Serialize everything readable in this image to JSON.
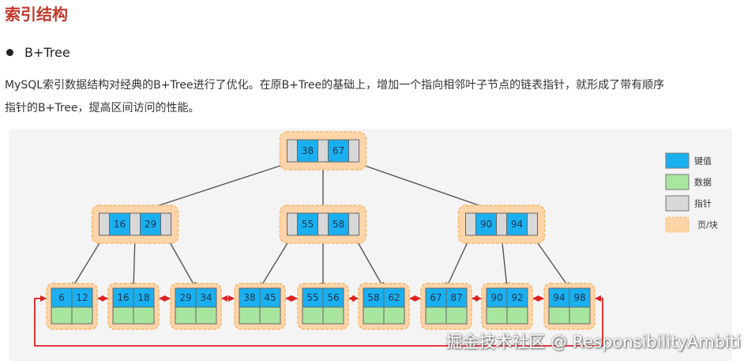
{
  "header": {
    "title": "索引结构"
  },
  "bullet": {
    "text": "B+Tree"
  },
  "description": {
    "line1": "MySQL索引数据结构对经典的B+Tree进行了优化。在原B+Tree的基础上，增加一个指向相邻叶子节点的链表指针，就形成了带有顺序",
    "line2": "指针的B+Tree，提高区间访问的性能。"
  },
  "tree": {
    "root": {
      "keys": [
        "38",
        "67"
      ]
    },
    "internal": [
      {
        "keys": [
          "16",
          "29"
        ]
      },
      {
        "keys": [
          "55",
          "58"
        ]
      },
      {
        "keys": [
          "90",
          "94"
        ]
      }
    ],
    "leaves": [
      {
        "keys": [
          "6",
          "12"
        ]
      },
      {
        "keys": [
          "16",
          "18"
        ]
      },
      {
        "keys": [
          "29",
          "34"
        ]
      },
      {
        "keys": [
          "38",
          "45"
        ]
      },
      {
        "keys": [
          "55",
          "56"
        ]
      },
      {
        "keys": [
          "58",
          "62"
        ]
      },
      {
        "keys": [
          "67",
          "87"
        ]
      },
      {
        "keys": [
          "90",
          "92"
        ]
      },
      {
        "keys": [
          "94",
          "98"
        ]
      }
    ]
  },
  "legend": [
    {
      "label": "键值",
      "color": "#1ab0f0"
    },
    {
      "label": "数据",
      "color": "#a8e6a0"
    },
    {
      "label": "指针",
      "color": "#d8d8d8"
    },
    {
      "label": "页/块",
      "color": "#ffd4a8"
    }
  ],
  "colors": {
    "key": "#1ab0f0",
    "data": "#a8e6a0",
    "pointer": "#d8d8d8",
    "page": "#ffd4a8",
    "pageBorder": "#f5b870",
    "edge": "#555555",
    "link": "#e02020",
    "titleColor": "#c0392b"
  },
  "watermark": "掘金技术社区 @ ResponsibilityAmbiti"
}
